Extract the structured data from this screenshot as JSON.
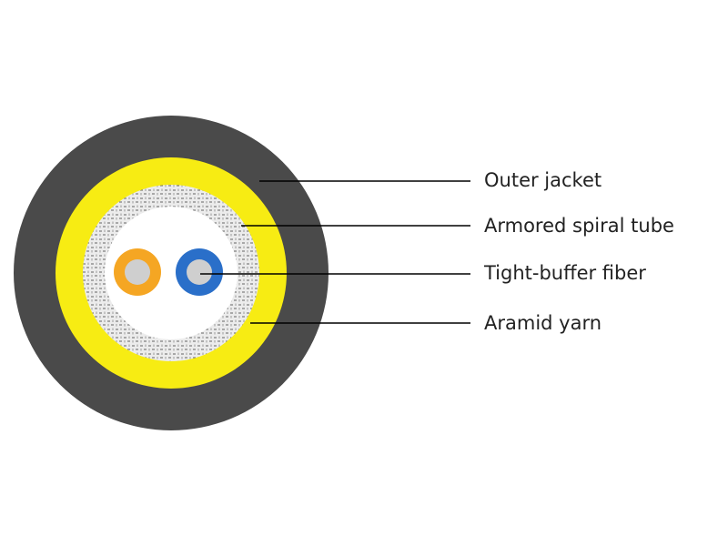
{
  "diagram": {
    "labels": [
      "Outer jacket",
      "Armored spiral tube",
      "Tight-buffer fiber",
      "Aramid yarn"
    ]
  },
  "colors": {
    "outer_jacket": "#4a4a4a",
    "aramid_yarn": "#f7ec13",
    "armored_tube_fill": "#ececec",
    "armored_tube_hatch": "#555555",
    "core_fill": "#ffffff",
    "fiber_orange": "#f5a623",
    "fiber_blue": "#2a6fc9",
    "fiber_core": "#cfcfcf",
    "text": "#222222",
    "leader_line": "#000000"
  }
}
